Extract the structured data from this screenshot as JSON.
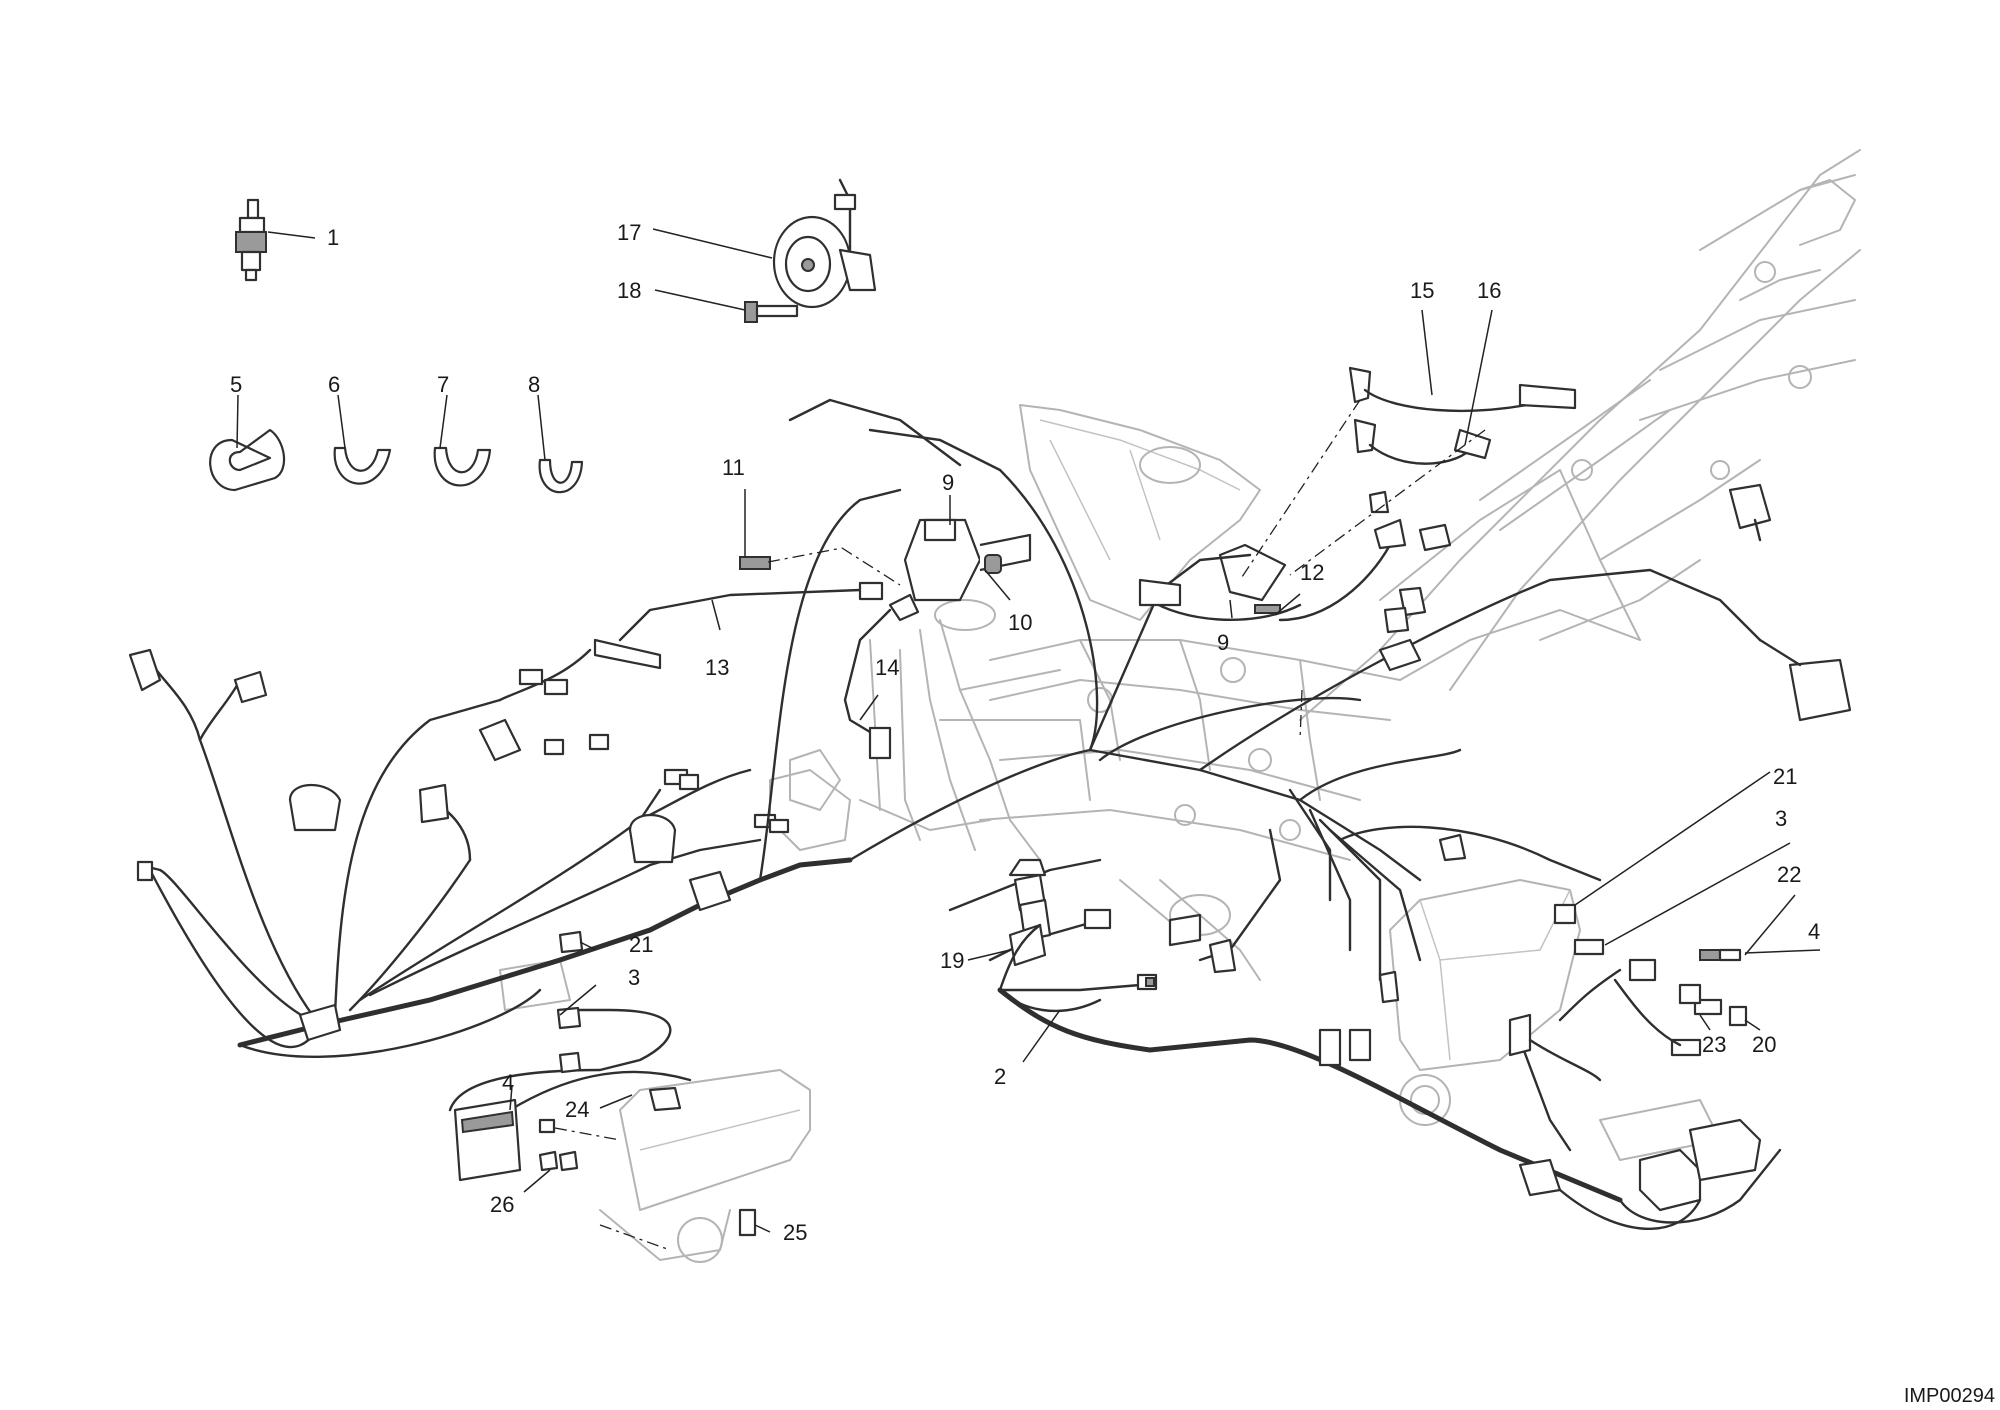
{
  "reference_code": "IMP00294",
  "callouts": [
    {
      "id": "c1",
      "label": "1"
    },
    {
      "id": "c2",
      "label": "2"
    },
    {
      "id": "c3a",
      "label": "3"
    },
    {
      "id": "c3b",
      "label": "3"
    },
    {
      "id": "c4a",
      "label": "4"
    },
    {
      "id": "c4b",
      "label": "4"
    },
    {
      "id": "c5",
      "label": "5"
    },
    {
      "id": "c6",
      "label": "6"
    },
    {
      "id": "c7",
      "label": "7"
    },
    {
      "id": "c8",
      "label": "8"
    },
    {
      "id": "c9a",
      "label": "9"
    },
    {
      "id": "c9b",
      "label": "9"
    },
    {
      "id": "c10",
      "label": "10"
    },
    {
      "id": "c11",
      "label": "11"
    },
    {
      "id": "c12",
      "label": "12"
    },
    {
      "id": "c13",
      "label": "13"
    },
    {
      "id": "c14",
      "label": "14"
    },
    {
      "id": "c15",
      "label": "15"
    },
    {
      "id": "c16",
      "label": "16"
    },
    {
      "id": "c17",
      "label": "17"
    },
    {
      "id": "c18",
      "label": "18"
    },
    {
      "id": "c19",
      "label": "19"
    },
    {
      "id": "c20",
      "label": "20"
    },
    {
      "id": "c21a",
      "label": "21"
    },
    {
      "id": "c21b",
      "label": "21"
    },
    {
      "id": "c22",
      "label": "22"
    },
    {
      "id": "c23",
      "label": "23"
    },
    {
      "id": "c24",
      "label": "24"
    },
    {
      "id": "c25",
      "label": "25"
    },
    {
      "id": "c26",
      "label": "26"
    }
  ]
}
